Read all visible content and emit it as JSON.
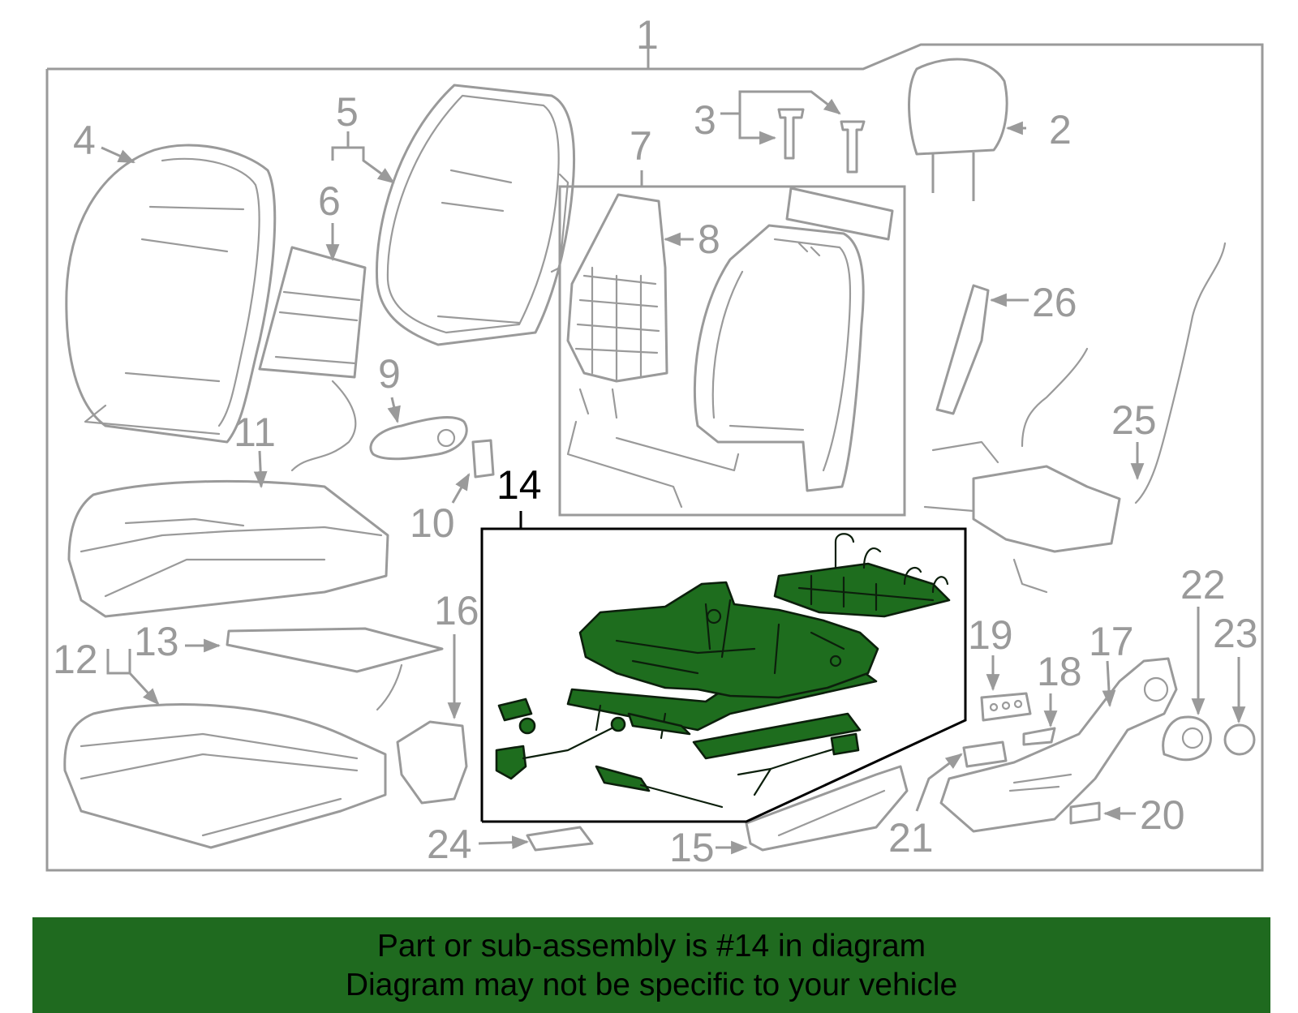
{
  "diagram": {
    "highlighted_part": "14",
    "labels": {
      "p1": "1",
      "p2": "2",
      "p3": "3",
      "p4": "4",
      "p5": "5",
      "p6": "6",
      "p7": "7",
      "p8": "8",
      "p9": "9",
      "p10": "10",
      "p11": "11",
      "p12": "12",
      "p13": "13",
      "p14": "14",
      "p15": "15",
      "p16": "16",
      "p17": "17",
      "p18": "18",
      "p19": "19",
      "p20": "20",
      "p21": "21",
      "p22": "22",
      "p23": "23",
      "p24": "24",
      "p25": "25",
      "p26": "26"
    },
    "colors": {
      "outline": "#9a9a9a",
      "highlight": "#1e6d1e",
      "banner": "#1f6a1f"
    }
  },
  "banner": {
    "line1": "Part or sub-assembly is #14 in diagram",
    "line2": "Diagram may not be specific to your vehicle"
  }
}
